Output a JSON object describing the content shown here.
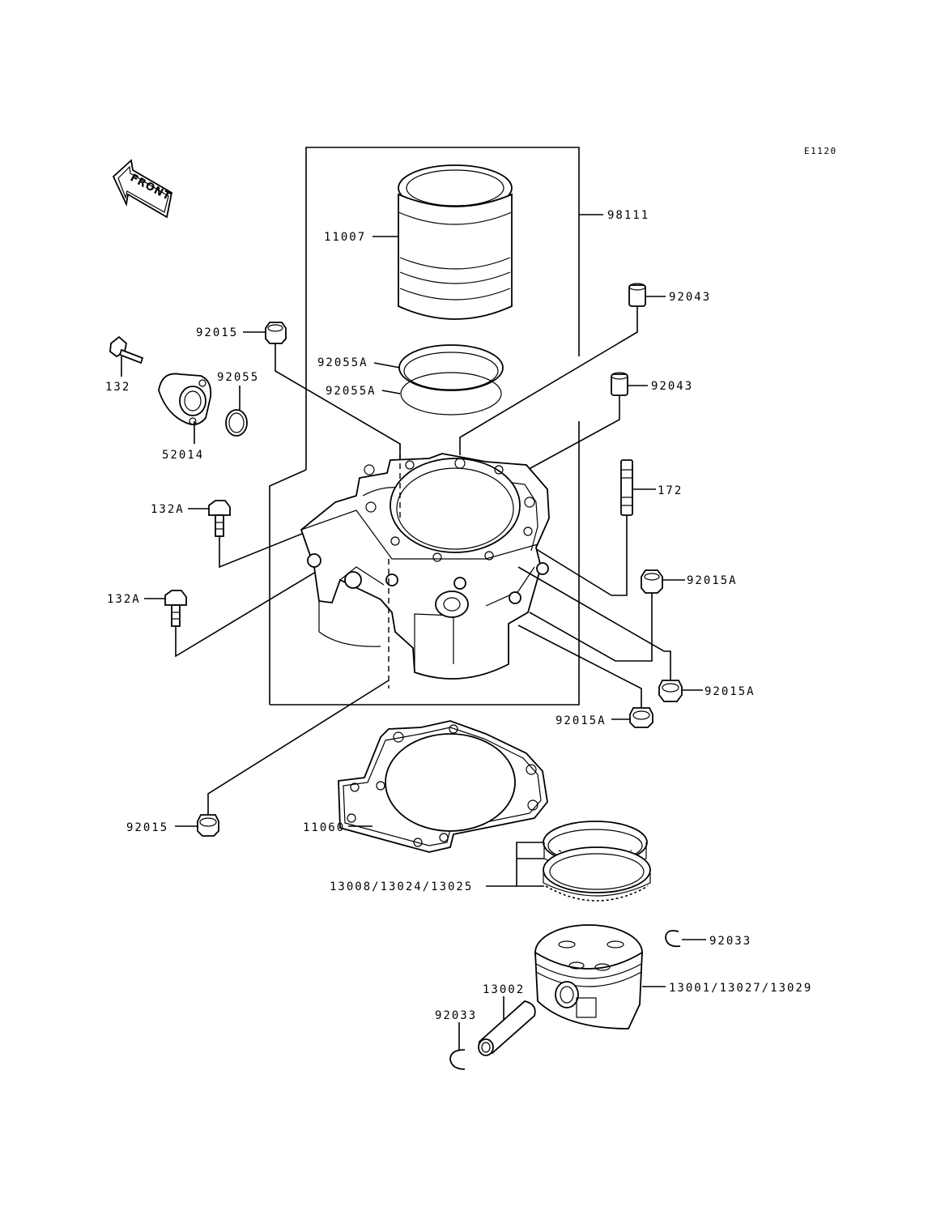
{
  "diagram": {
    "code": "E1120",
    "front_label": "FRONT",
    "labels": {
      "p98111": "98111",
      "p11007": "11007",
      "p92043a": "92043",
      "p92043b": "92043",
      "p92015_top": "92015",
      "p132": "132",
      "p92055": "92055",
      "p92055A_1": "92055A",
      "p92055A_2": "92055A",
      "p52014": "52014",
      "p172": "172",
      "p132A_1": "132A",
      "p132A_2": "132A",
      "p92015A_1": "92015A",
      "p92015A_2": "92015A",
      "p92015A_3": "92015A",
      "p92015_bottom": "92015",
      "p11060": "11060",
      "p_rings": "13008/13024/13025",
      "p92033_1": "92033",
      "p92033_2": "92033",
      "p13002": "13002",
      "p_piston": "13001/13027/13029"
    }
  }
}
